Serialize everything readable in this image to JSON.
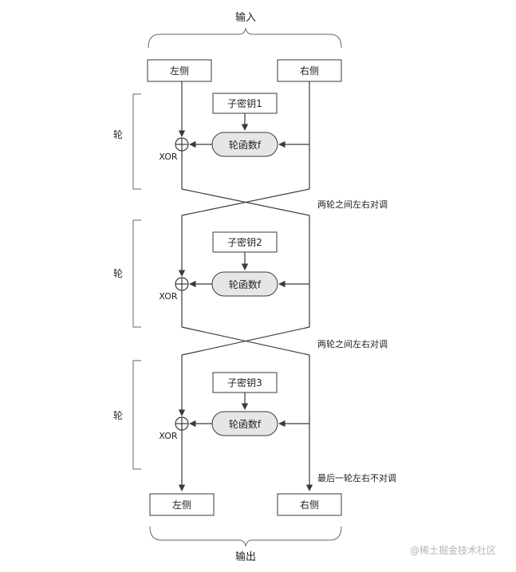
{
  "input_label": "输入",
  "output_label": "输出",
  "top_left_label": "左侧",
  "top_right_label": "右侧",
  "bottom_left_label": "左侧",
  "bottom_right_label": "右侧",
  "rounds": [
    {
      "label": "轮",
      "subkey": "子密钥1",
      "func": "轮函数f",
      "xor": "XOR",
      "swap_note": "两轮之间左右对调"
    },
    {
      "label": "轮",
      "subkey": "子密钥2",
      "func": "轮函数f",
      "xor": "XOR",
      "swap_note": "两轮之间左右对调"
    },
    {
      "label": "轮",
      "subkey": "子密钥3",
      "func": "轮函数f",
      "xor": "XOR",
      "swap_note": "最后一轮左右不对调"
    }
  ],
  "watermark": "@稀土掘金技术社区",
  "colors": {
    "line": "#3a3a3a",
    "bracket": "#666666",
    "func_fill": "#e6e6e6",
    "box_fill": "#ffffff",
    "watermark": "#b5b5b5"
  }
}
